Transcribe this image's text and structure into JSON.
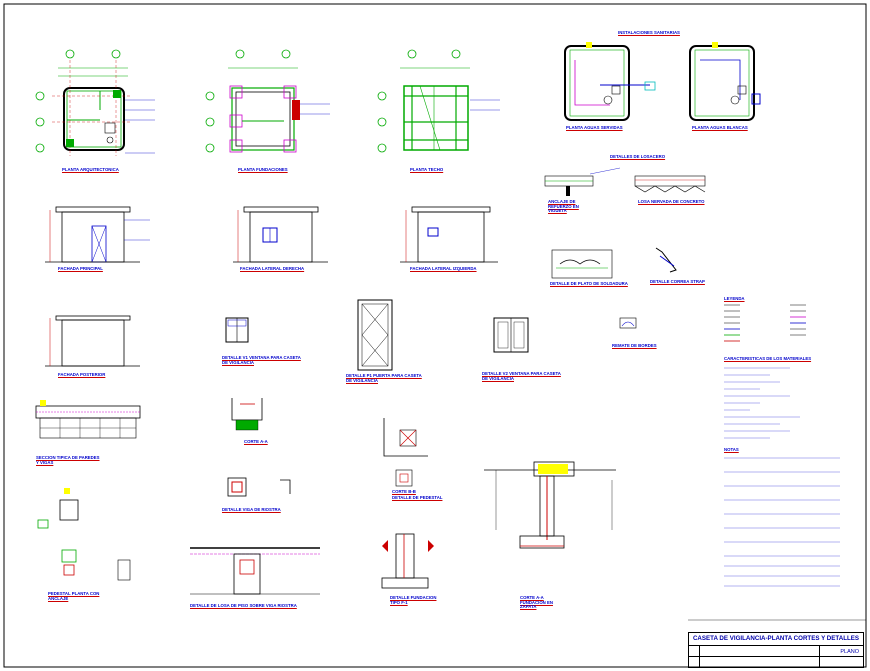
{
  "sheet": {
    "title": "CASETA DE VIGILANCIA-PLANTA CORTES Y DETALLES",
    "plano_label": "PLANO"
  },
  "sections": {
    "instalaciones": "INSTALACIONES SANITARIAS",
    "planta_aguas_servidas": "PLANTA AGUAS SERVIDAS",
    "planta_aguas_blancas": "PLANTA AGUAS BLANCAS",
    "detalles_losa": "DETALLES DE LOSACERO",
    "anclaje": "ANCLAJE DE REFUERZO EN VIGUETA",
    "losa_nervada": "LOSA NERVADA DE CONCRETO",
    "planta_arquitectonica": "PLANTA ARQUITECTONICA",
    "planta_fundaciones": "PLANTA FUNDACIONES",
    "planta_techo": "PLANTA TECHO",
    "fachada_principal": "FACHADA PRINCIPAL",
    "fachada_lateral_der": "FACHADA LATERAL DERECHA",
    "fachada_lateral_izq": "FACHADA LATERAL IZQUIERDA",
    "fachada_posterior": "FACHADA POSTERIOR",
    "detalle_plato": "DETALLE DE PLATO DE SOLDADURA",
    "detalle_correa": "DETALLE CORREA STRAP",
    "ventana_v1": "DETALLE V1 VENTANA PARA CASETA DE VIGILANCIA",
    "puerta_p1": "DETALLE P1 PUERTA PARA CASETA DE VIGILANCIA",
    "ventana_v2": "DETALLE V2 VENTANA PARA CASETA DE VIGILANCIA",
    "remate_bordes": "REMATE DE BORDES",
    "leyenda": "LEYENDA",
    "caracteristicas": "CARACTERISTICAS DE LOS MATERIALES",
    "notas": "NOTAS",
    "seccion_paredes": "SECCION TIPICA DE PAREDES Y VIGAS",
    "corte_aa": "CORTE A-A",
    "detalle_viga_riostra": "DETALLE VIGA DE RIOSTRA",
    "corte_bb": "CORTE B-B",
    "detalle_pedestal": "DETALLE DE PEDESTAL",
    "pedestal_anclaje": "PEDESTAL PLANTA CON ANCLAJE",
    "losa_piso": "DETALLE DE LOSA DE PISO SOBRE VIGA RIOSTRA",
    "detalle_fundacion": "DETALLE FUNDACION TIPO F-1",
    "corte_fundacion": "CORTE A-A FUNDACION EN ZAPATA"
  },
  "colors": {
    "wall": "#00aa00",
    "dim": "#00aa00",
    "axis": "#008800",
    "line_blue": "#0000cc",
    "line_red": "#cc0000",
    "fill_yellow": "#ffff00",
    "cyan": "#00bbbb",
    "magenta": "#cc00cc"
  }
}
